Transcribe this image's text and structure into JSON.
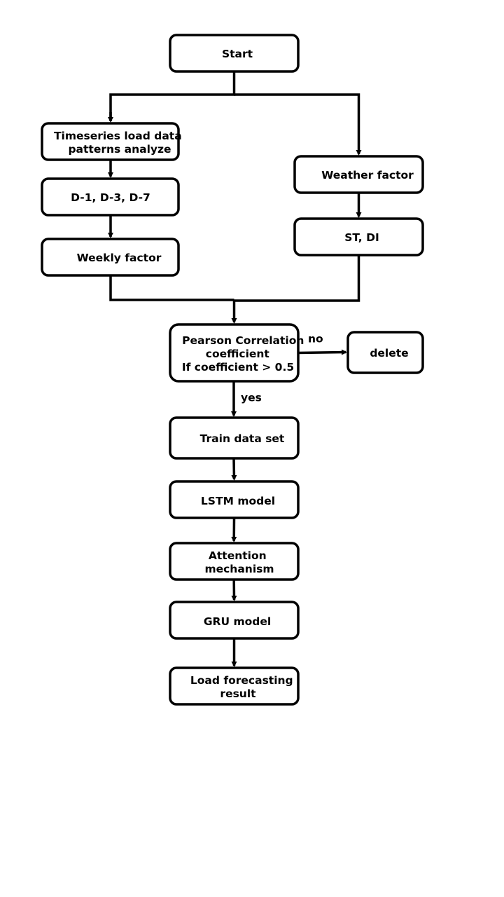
{
  "nodes": {
    "start": {
      "lines": [
        "Start"
      ]
    },
    "timeseries": {
      "lines": [
        "Timeseries load data",
        "patterns analyze"
      ]
    },
    "days": {
      "lines": [
        "D-1, D-3, D-7"
      ]
    },
    "weekly": {
      "lines": [
        "Weekly factor"
      ]
    },
    "weather": {
      "lines": [
        "Weather factor"
      ]
    },
    "stdi": {
      "lines": [
        "ST, DI"
      ]
    },
    "pearson": {
      "lines": [
        "Pearson Correlation",
        "coefficient",
        "If coefficient > 0.5"
      ]
    },
    "delete": {
      "lines": [
        "delete"
      ]
    },
    "train": {
      "lines": [
        "Train data set"
      ]
    },
    "lstm": {
      "lines": [
        "LSTM model"
      ]
    },
    "attention": {
      "lines": [
        "Attention",
        "mechanism"
      ]
    },
    "gru": {
      "lines": [
        "GRU model"
      ]
    },
    "result": {
      "lines": [
        "Load forecasting",
        "result"
      ]
    }
  },
  "edges": {
    "no": "no",
    "yes": "yes"
  },
  "colors": {
    "stroke": "#000000",
    "fill": "#ffffff"
  }
}
